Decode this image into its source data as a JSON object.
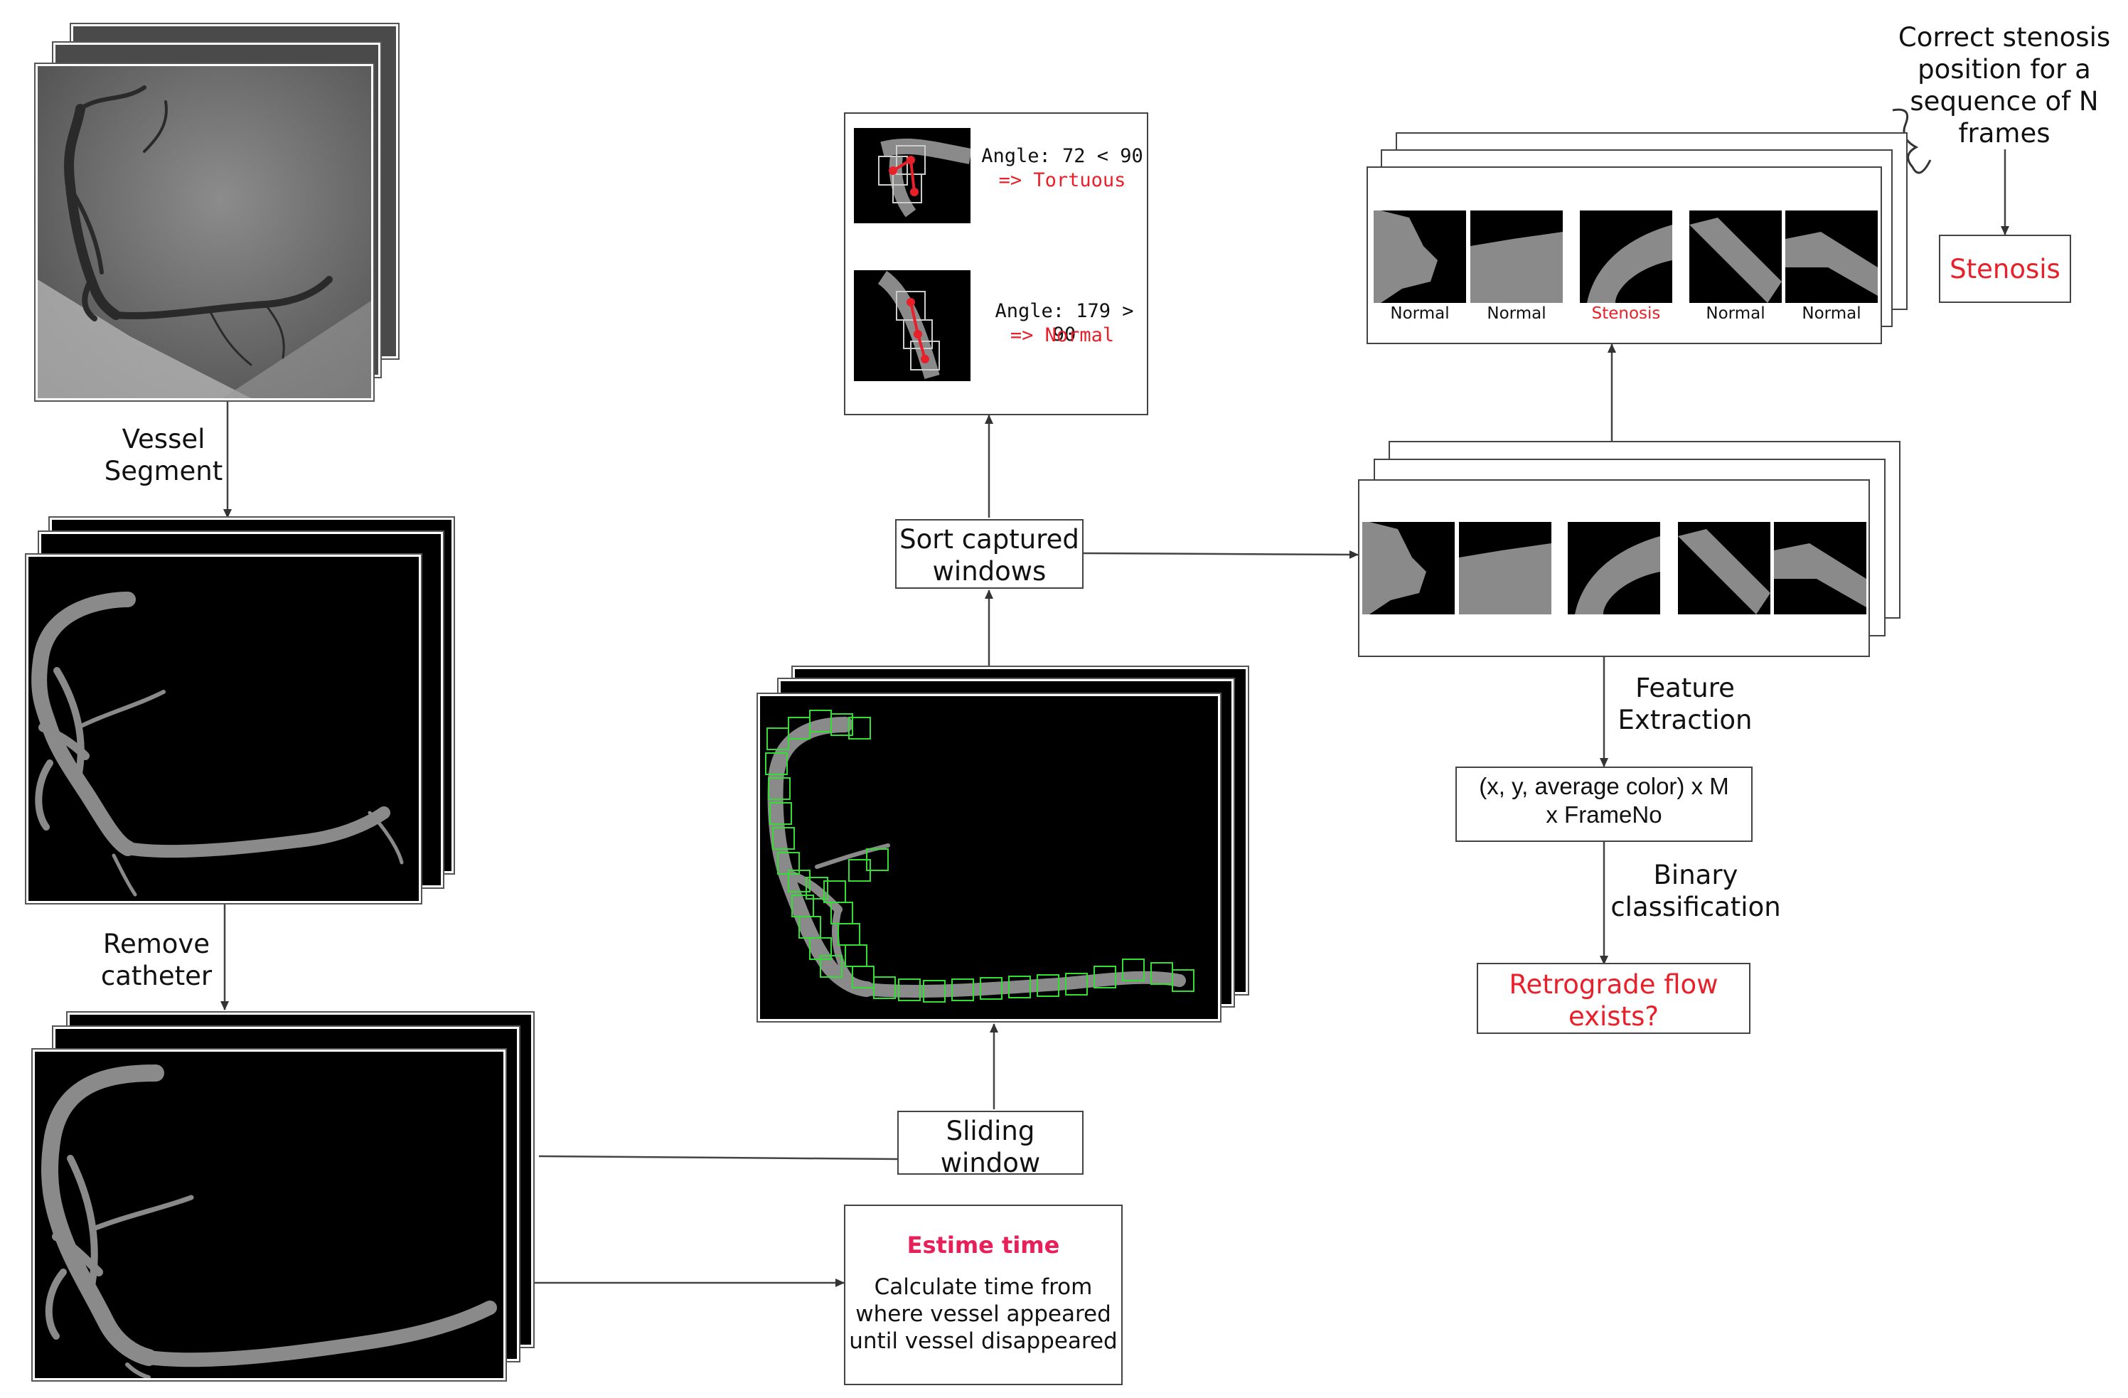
{
  "labels": {
    "vessel_segment": "Vessel\nSegment",
    "remove_catheter": "Remove\ncatheter",
    "sliding_window": "Sliding\nwindow",
    "sort_windows": "Sort captured\nwindows",
    "feature_extraction": "Feature\nExtraction",
    "feature_vector": "(x, y, average color) x M\nx FrameNo",
    "binary_classification": "Binary\nclassification",
    "retrograde": "Retrograde flow\nexists?",
    "correct_stenosis": "Correct stenosis\nposition for a\nsequence of N\nframes",
    "stenosis": "Stenosis"
  },
  "estimate": {
    "title": "Estime time",
    "body": "Calculate time from\nwhere vessel appeared\nuntil vessel disappeared"
  },
  "angles": [
    {
      "text": "Angle: 72 < 90",
      "result": "=> Tortuous"
    },
    {
      "text": "Angle: 179 > 90",
      "result": "=> Normal"
    }
  ],
  "patch_captions": [
    "Normal",
    "Normal",
    "Stenosis",
    "Normal",
    "Normal"
  ],
  "colors": {
    "highlight": "#e8202a",
    "box_green": "#33dd33",
    "vessel": "#8a8a8a"
  }
}
